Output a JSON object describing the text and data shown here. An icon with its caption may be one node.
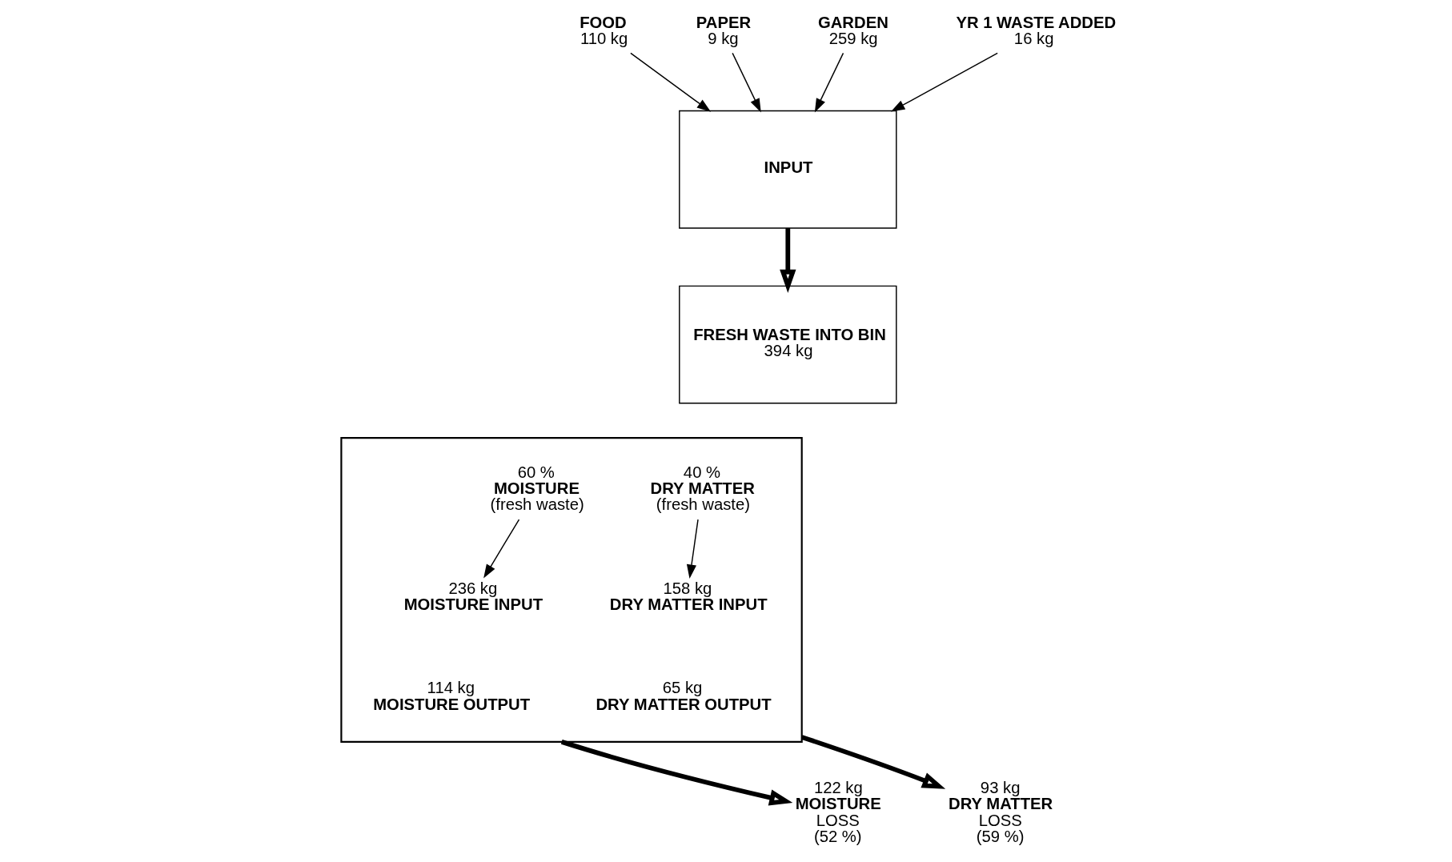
{
  "diagram": {
    "nodes": [
      {
        "text": [
          "FOOD",
          "110 kg"
        ]
      },
      {
        "text": [
          "PAPER",
          "9 kg"
        ]
      },
      {
        "text": [
          "INPUT"
        ]
      },
      {
        "text": [
          "GARDEN",
          "259 kg"
        ]
      },
      {
        "text": [
          "YR 1 WASTE ADDED",
          "16 kg"
        ]
      },
      {
        "text": [
          "FRESH WASTE INTO BIN",
          "394 kg"
        ]
      },
      {
        "text": [],
        "shape": "box"
      },
      {
        "text": [
          "60 %",
          "MOISTURE",
          "(fresh waste)"
        ],
        "in": 6
      },
      {
        "text": [
          "40 %",
          "DRY MATTER",
          "(fresh waste)"
        ],
        "in": 6
      },
      {
        "text": [
          "236 kg",
          "MOISTURE INPUT"
        ],
        "in": 6
      },
      {
        "text": [
          "158 kg",
          "DRY MATTER INPUT"
        ],
        "in": 6
      },
      {
        "text": [
          "122 kg",
          "MOISTURE",
          "LOSS",
          "(52 %)"
        ]
      },
      {
        "text": [
          "114 kg",
          "MOISTURE OUTPUT"
        ],
        "in": 6
      },
      {
        "text": [
          "65 kg",
          "DRY MATTER OUTPUT"
        ],
        "in": 6
      },
      {
        "text": [
          "93 kg",
          "DRY MATTER",
          "LOSS",
          "(59 %)"
        ]
      }
    ],
    "edges": [
      {
        "from": 0,
        "to": 2,
        "arrow": "to"
      },
      {
        "from": 1,
        "to": 2,
        "arrow": "to"
      },
      {
        "from": 3,
        "to": 2,
        "arrow": "to"
      },
      {
        "from": 4,
        "to": 2,
        "arrow": "to"
      },
      {
        "from": 2,
        "to": 5,
        "arrow": "to",
        "style": "thick"
      },
      {
        "from": 7,
        "to": 9,
        "arrow": "to"
      },
      {
        "from": 8,
        "to": 10,
        "arrow": "to"
      },
      {
        "from": 6,
        "to": 11,
        "arrow": "to",
        "style": "thick"
      },
      {
        "from": 6,
        "to": 14,
        "arrow": "to",
        "style": "thick"
      }
    ]
  }
}
